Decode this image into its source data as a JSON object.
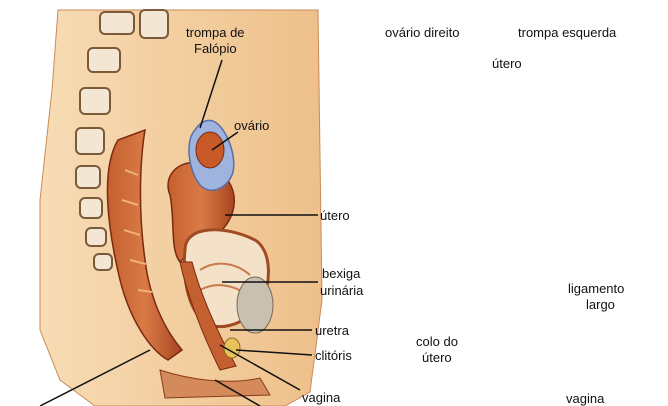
{
  "sagittal_view": {
    "labels": {
      "tube_line1": "trompa de",
      "tube_line2": "Falópio",
      "ovary": "ovário",
      "uterus": "útero",
      "bladder_line1": "bexiga",
      "bladder_line2": "urinária",
      "urethra": "uretra",
      "clitoris": "clitóris",
      "vagina": "vagina"
    }
  },
  "frontal_view": {
    "labels": {
      "right_ovary": "ovário direito",
      "left_tube": "trompa esquerda",
      "uterus": "útero",
      "ligament_line1": "ligamento",
      "ligament_line2": "largo",
      "cervix_line1": "colo do",
      "cervix_line2": "útero",
      "vagina": "vagina"
    }
  },
  "colors": {
    "skin": "#f2cfa0",
    "muscle": "#b5512a",
    "muscle_dark": "#8a2e16",
    "tube_blue": "#9fb3df",
    "ovary_yellow": "#e8c25a"
  }
}
